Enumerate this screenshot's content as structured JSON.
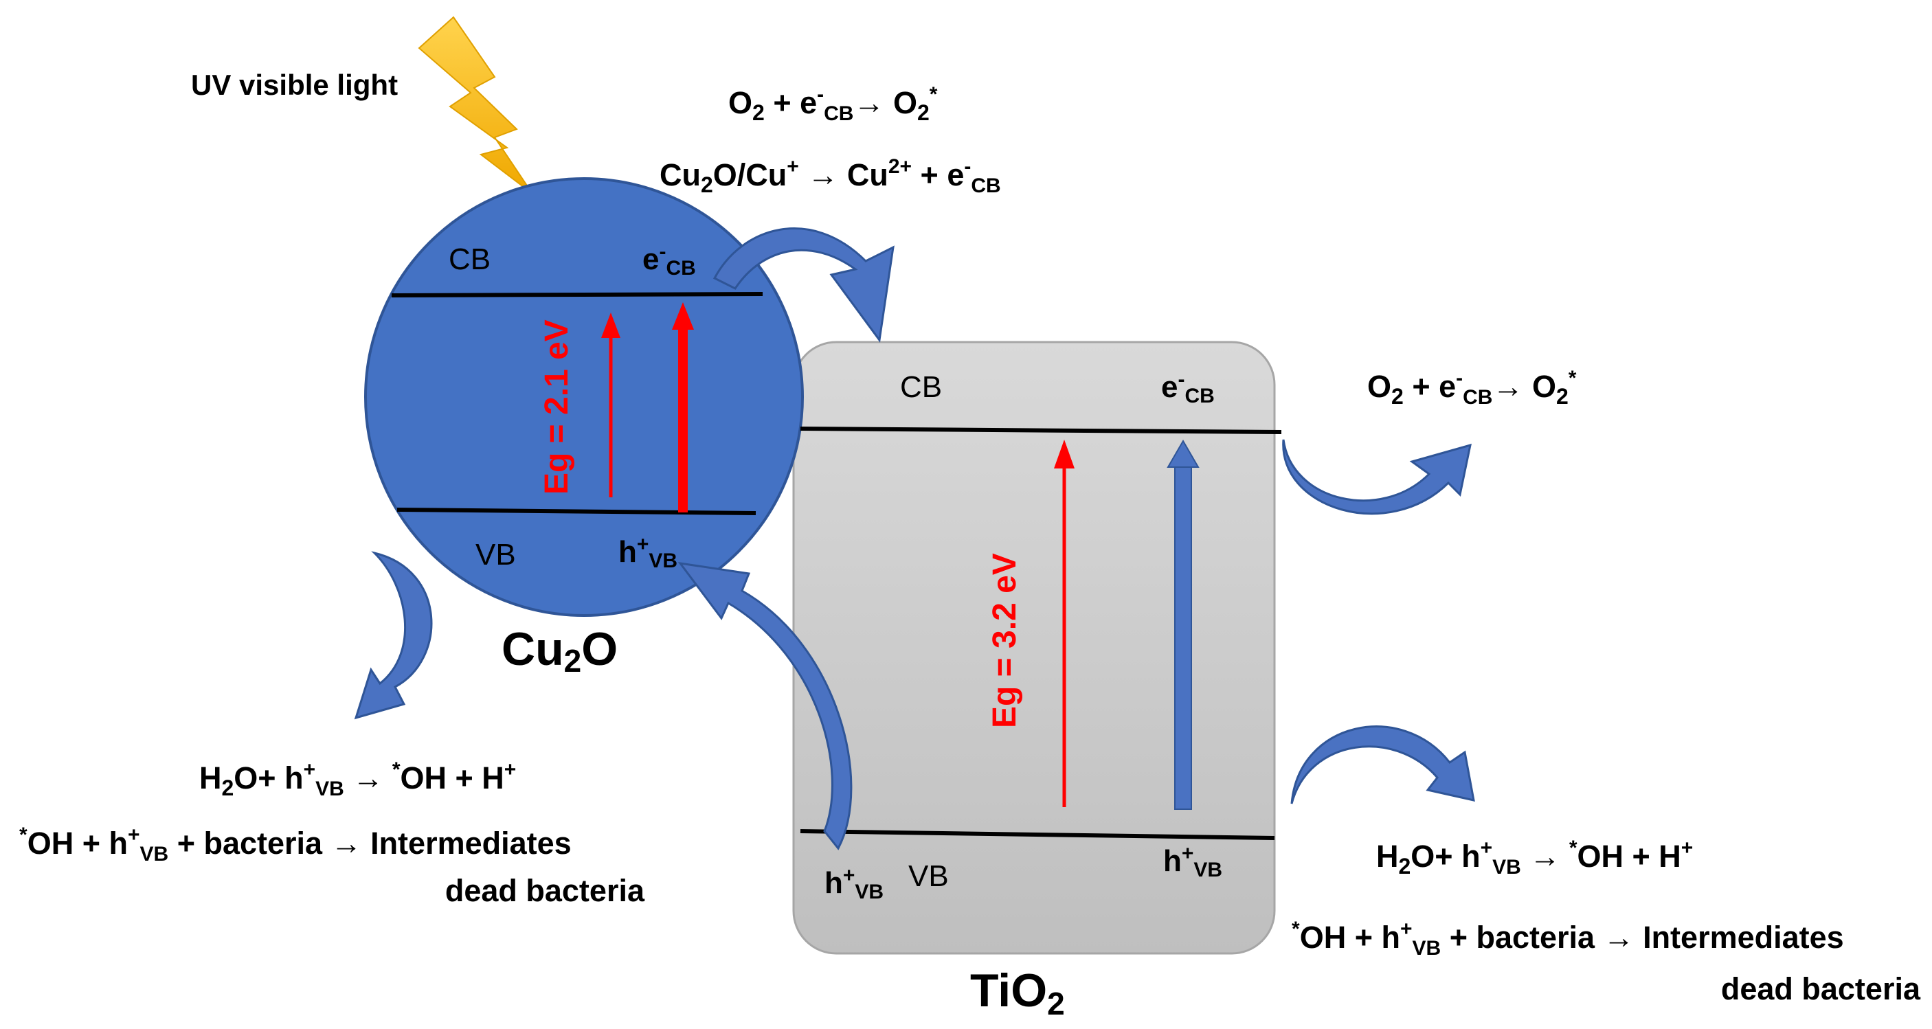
{
  "light_label": "UV visible light",
  "materials": {
    "cu2o": {
      "name_main": "Cu",
      "name_sub": "2",
      "name_tail": "O",
      "band_gap": "Eg = 2.1 eV"
    },
    "tio2": {
      "name_main": "TiO",
      "name_sub": "2",
      "band_gap": "Eg = 3.2 eV"
    }
  },
  "bands": {
    "cb": "CB",
    "vb": "VB"
  },
  "carriers": {
    "electron": {
      "base": "e",
      "sup": "-",
      "sub": "CB"
    },
    "hole": {
      "base": "h",
      "sup": "+",
      "sub": "VB"
    }
  },
  "equations": {
    "o2_reduction": {
      "a": "O",
      "a_sub": "2",
      "b": " + e",
      "b_sup": "-",
      "b_sub": "CB",
      "c": "→ O",
      "c_sub": "2",
      "c_sup": "*"
    },
    "cu_oxidation": {
      "a": "Cu",
      "a_sub": "2",
      "b": "O/Cu",
      "b_sup": "+",
      "c": " → Cu",
      "c_sup": "2+",
      "d": " + e",
      "d_sup": "-",
      "d_sub": "CB"
    },
    "water_oxidation": {
      "a": "H",
      "a_sub": "2",
      "b": "O+ h",
      "b_sup": "+",
      "b_sub": "VB",
      "c": " → ",
      "c_sup": "*",
      "d": "OH + H",
      "d_sup": "+"
    },
    "bacteria_line1": {
      "a_sup": "*",
      "a": "OH + h",
      "b_sup": "+",
      "b_sub": "VB",
      "c": " + bacteria → Intermediates"
    },
    "bacteria_line2": "dead bacteria"
  },
  "colors": {
    "cu2o_fill": "#4472c4",
    "tio2_fill": "#cbcbcb",
    "arrow_blue": "#4a72c2",
    "red": "#ff0000",
    "bolt": "#ffc000"
  }
}
